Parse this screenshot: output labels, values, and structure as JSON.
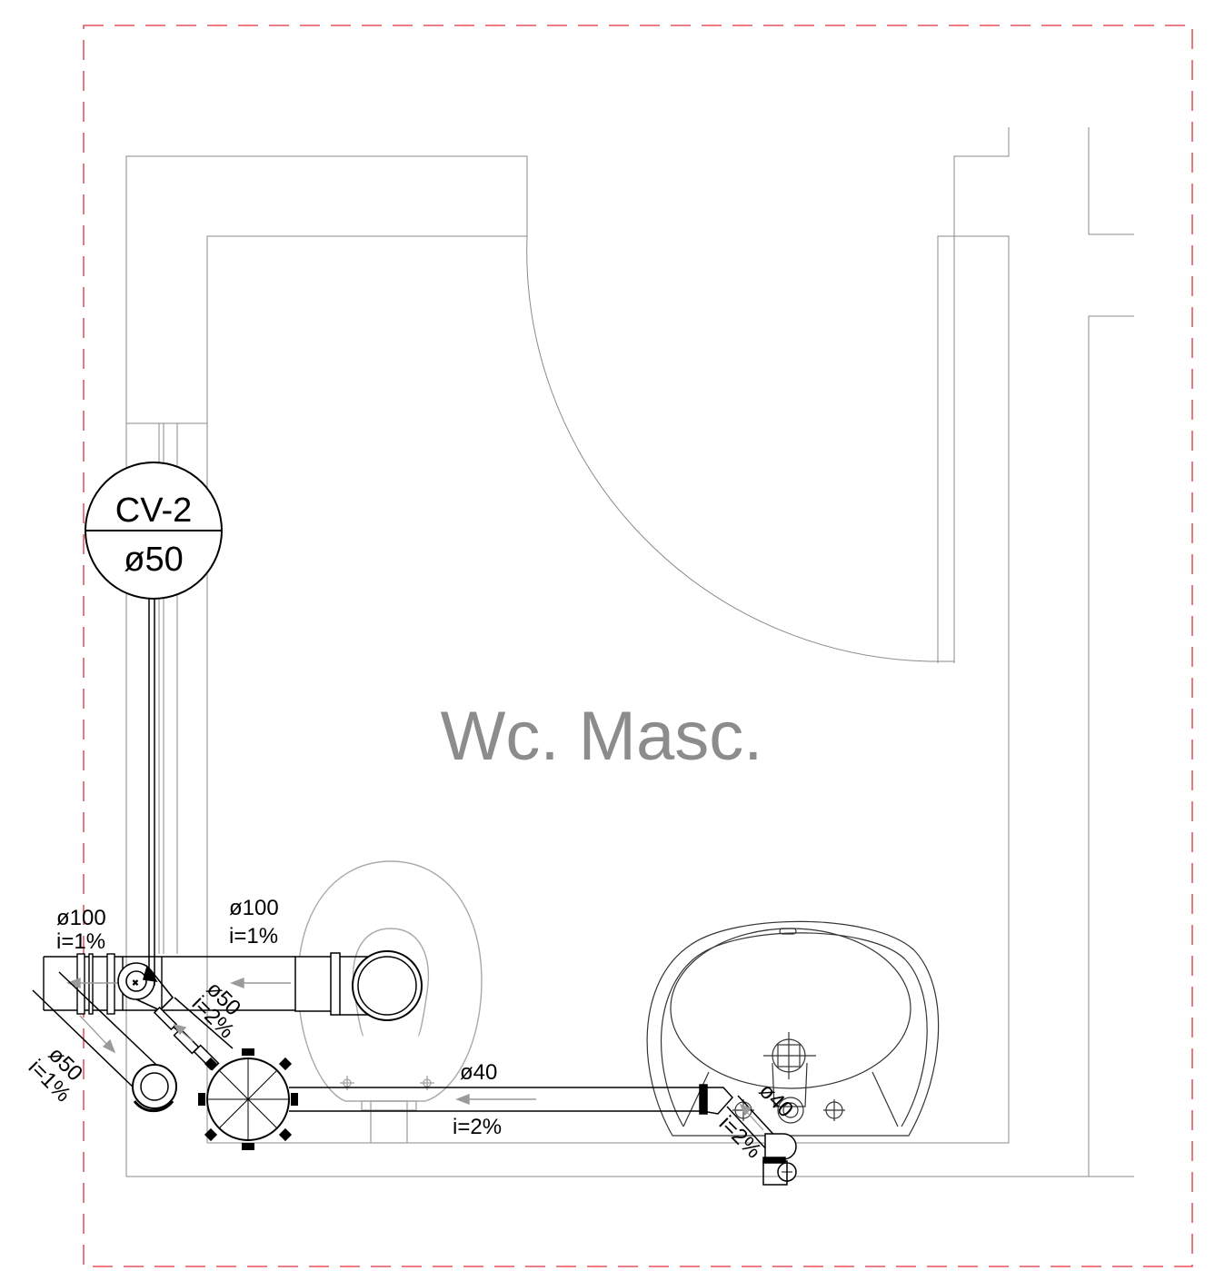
{
  "room": {
    "name": "Wc. Masc."
  },
  "callout": {
    "id": "CV-2",
    "diameter": "ø50"
  },
  "labels": {
    "left_main_diam": "ø100",
    "left_main_slope": "i=1%",
    "toilet_diam": "ø100",
    "toilet_slope": "i=1%",
    "diag_branch_diam": "ø50",
    "diag_branch_slope": "i=2%",
    "lower_left_diam": "ø50",
    "lower_left_slope": "i=1%",
    "sink_line_diam": "ø40",
    "sink_line_slope": "i=2%",
    "sink_drop_diam": "ø40",
    "sink_drop_slope": "i=2%"
  },
  "colors": {
    "boundary": "#e0313a",
    "walls": "#8a8a8a",
    "fixtures": "#a9a9a9",
    "pipes": "#000000",
    "room_label": "#8c8c8c"
  }
}
